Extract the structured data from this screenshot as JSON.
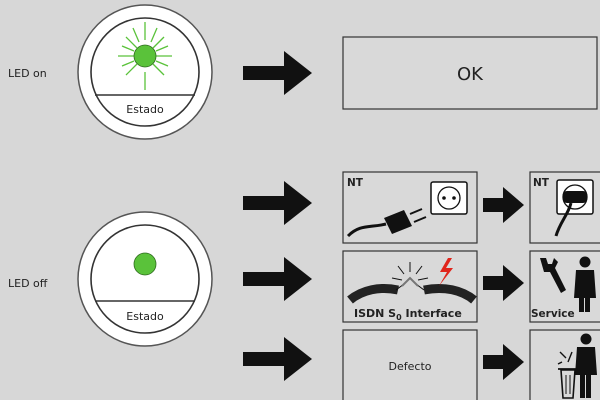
{
  "colors": {
    "background": "#d7d7d7",
    "led_green": "#5ac23a",
    "stroke": "#333333",
    "arrow": "#111111"
  },
  "row_on": {
    "label": "LED on",
    "led_caption": "Estado",
    "result_text": "OK"
  },
  "row_off": {
    "label": "LED off",
    "led_caption": "Estado",
    "branches": [
      {
        "box_label": "NT",
        "box_icon": "power-plug-icon",
        "result_label": "NT",
        "result_icon": "plugged-socket-icon"
      },
      {
        "box_label_main": "ISDN S",
        "box_label_sub": "0",
        "box_label_tail": " Interface",
        "box_icon": "broken-cable-icon",
        "result_label": "Service",
        "result_icon": "service-technician-icon"
      },
      {
        "box_label": "Defecto",
        "result_icon": "trash-disposal-icon"
      }
    ]
  }
}
